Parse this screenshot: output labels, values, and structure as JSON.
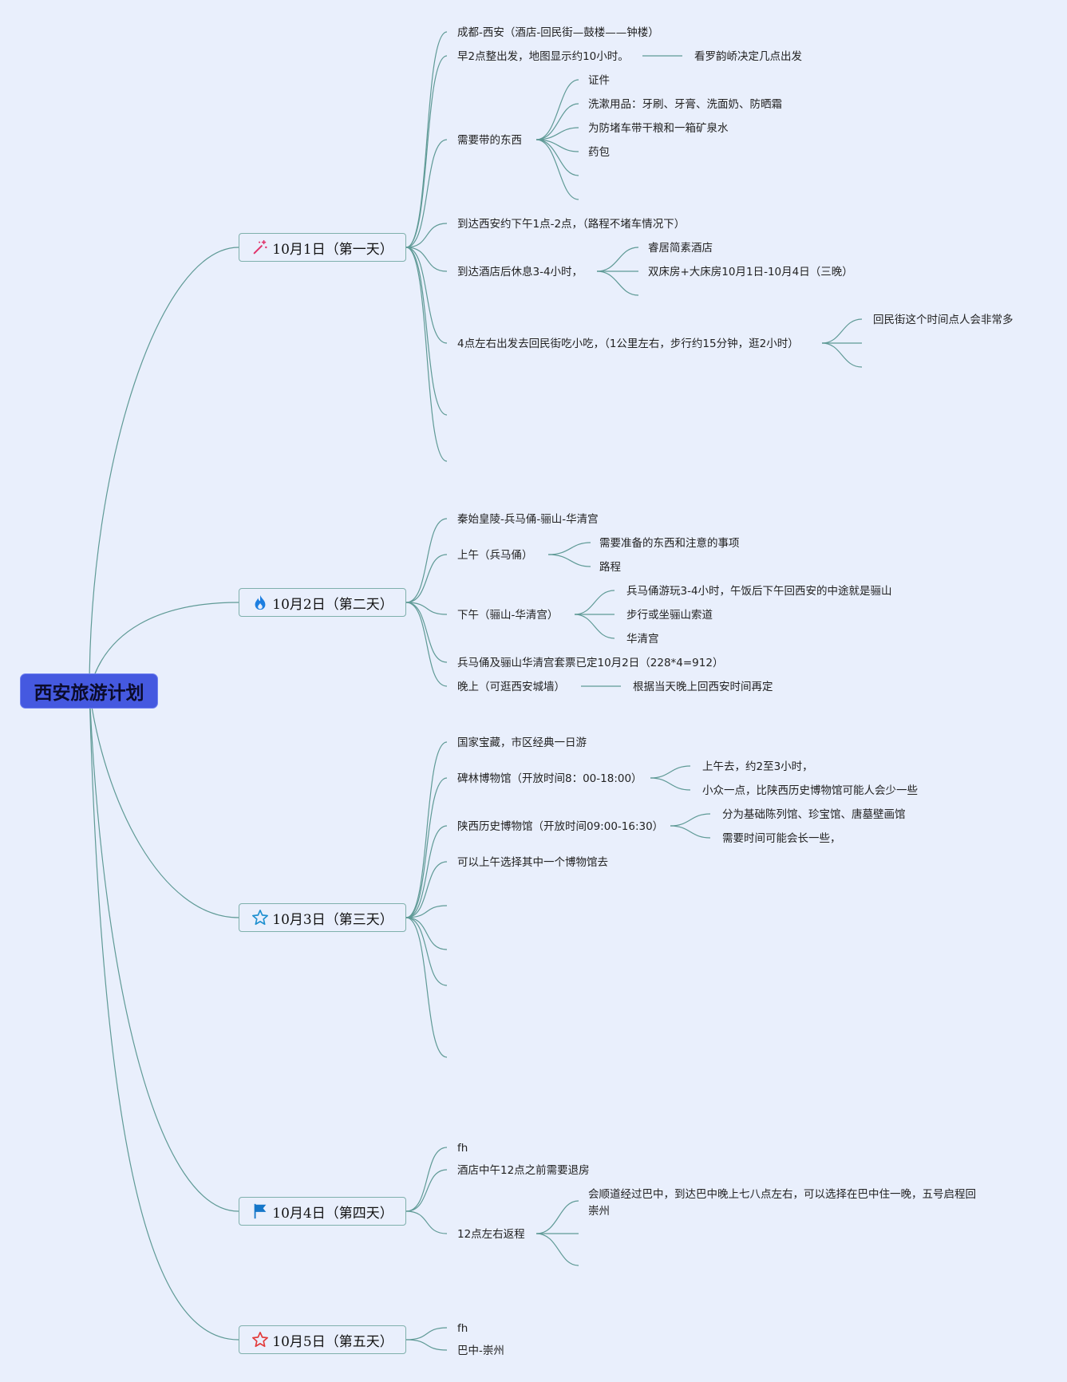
{
  "root": {
    "title": "西安旅游计划"
  },
  "days": [
    {
      "label": "10月1日（第一天）",
      "icon": "magic-wand-icon",
      "icon_color": "#e0336b"
    },
    {
      "label": "10月2日（第二天）",
      "icon": "fire-icon",
      "icon_color": "#1e7fe0"
    },
    {
      "label": "10月3日（第三天）",
      "icon": "star-outline-icon",
      "icon_color": "#1e90d0"
    },
    {
      "label": "10月4日（第四天）",
      "icon": "flag-icon",
      "icon_color": "#1577c9"
    },
    {
      "label": "10月5日（第五天）",
      "icon": "star-outline-icon",
      "icon_color": "#e23a3a"
    }
  ],
  "day1": {
    "route": "成都-西安（酒店-回民街—鼓楼——钟楼）",
    "depart": "早2点整出发，地图显示约10小时。",
    "depart_note": "看罗韵峤决定几点出发",
    "bring": "需要带的东西",
    "bring_items": [
      "证件",
      "洗漱用品：牙刷、牙膏、洗面奶、防晒霜",
      "为防堵车带干粮和一箱矿泉水",
      "药包"
    ],
    "arrive": "到达西安约下午1点-2点，（路程不堵车情况下）",
    "rest": "到达酒店后休息3-4小时，",
    "rest_items": [
      "睿居简素酒店",
      "双床房+大床房10月1日-10月4日（三晚）"
    ],
    "street": "4点左右出发去回民街吃小吃，（1公里左右，步行约15分钟，逛2小时）",
    "street_note": "回民街这个时间点人会非常多"
  },
  "day2": {
    "route": "秦始皇陵-兵马俑-骊山-华清宫",
    "morning": "上午（兵马俑）",
    "morning_items": [
      "需要准备的东西和注意的事项",
      "路程"
    ],
    "afternoon": "下午（骊山-华清宫）",
    "afternoon_items": [
      "兵马俑游玩3-4小时，午饭后下午回西安的中途就是骊山",
      "步行或坐骊山索道",
      "华清宫"
    ],
    "tickets": "兵马俑及骊山华清宫套票已定10月2日（228*4=912）",
    "evening": "晚上（可逛西安城墙）",
    "evening_note": "根据当天晚上回西安时间再定"
  },
  "day3": {
    "intro": "国家宝藏，市区经典一日游",
    "beilin": "碑林博物馆（开放时间8：00-18:00）",
    "beilin_items": [
      "上午去，约2至3小时，",
      "小众一点，比陕西历史博物馆可能人会少一些"
    ],
    "shaanxi": "陕西历史博物馆（开放时间09:00-16:30）",
    "shaanxi_items": [
      "分为基础陈列馆、珍宝馆、唐墓壁画馆",
      "需要时间可能会长一些，"
    ],
    "choose": "可以上午选择其中一个博物馆去"
  },
  "day4": {
    "a": "fh",
    "checkout": "酒店中午12点之前需要退房",
    "return": "12点左右返程",
    "return_note": "会顺道经过巴中，到达巴中晚上七八点左右，可以选择在巴中住一晚，五号启程回崇州"
  },
  "day5": {
    "a": "fh",
    "route": "巴中-崇州"
  }
}
